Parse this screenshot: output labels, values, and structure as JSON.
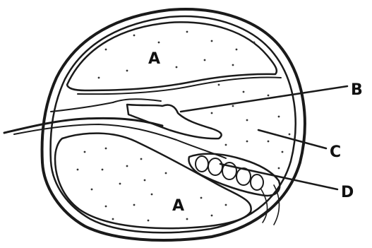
{
  "labels": {
    "chamber_top": "A",
    "chamber_bottom": "A",
    "b": "B",
    "c": "C",
    "d": "D"
  },
  "colors": {
    "ink": "#1a1a1a",
    "paper": "#ffffff",
    "dots": "#333333"
  }
}
